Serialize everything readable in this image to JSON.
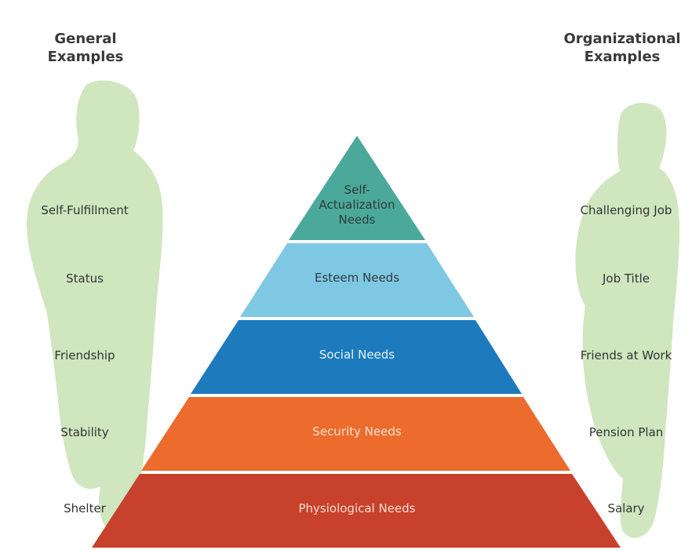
{
  "left_heading": [
    "General",
    "Examples"
  ],
  "right_heading": [
    "Organizational",
    "Examples"
  ],
  "pyramid": [
    {
      "label": [
        "Self-",
        "Actualization",
        "Needs"
      ],
      "color": "#4aa99a",
      "text_color": "#2f3b3a"
    },
    {
      "label": [
        "Esteem Needs"
      ],
      "color": "#7fc8e3",
      "text_color": "#2f3a42"
    },
    {
      "label": [
        "Social Needs"
      ],
      "color": "#1d7bbd",
      "text_color": "#e6f1fa"
    },
    {
      "label": [
        "Security Needs"
      ],
      "color": "#ec6b2d",
      "text_color": "#fde5d6"
    },
    {
      "label": [
        "Physiological Needs"
      ],
      "color": "#c8412c",
      "text_color": "#f8dcd4"
    }
  ],
  "general_examples": [
    "Self-Fulfillment",
    "Status",
    "Friendship",
    "Stability",
    "Shelter"
  ],
  "organizational_examples": [
    "Challenging Job",
    "Job Title",
    "Friends at Work",
    "Pension Plan",
    "Salary"
  ],
  "silhouette_color": "#cfe6bf"
}
